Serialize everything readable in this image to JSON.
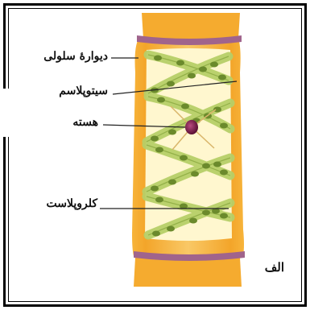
{
  "labels": {
    "cell_wall": "دیوارهٔ سلولی",
    "cytoplasm": "سیتوپلاسم",
    "nucleus": "هسته",
    "chloroplast": "کلروپلاست",
    "figure_letter": "الف"
  },
  "colors": {
    "cell_wall": "#f1a52a",
    "cross_wall": "#a0648c",
    "cytoplasm": "#fff7cf",
    "chloroplast_band": "#b7cf68",
    "chloroplast": "#6b8a2c",
    "nucleus": "#7a1f4a",
    "leader": "#222222"
  }
}
